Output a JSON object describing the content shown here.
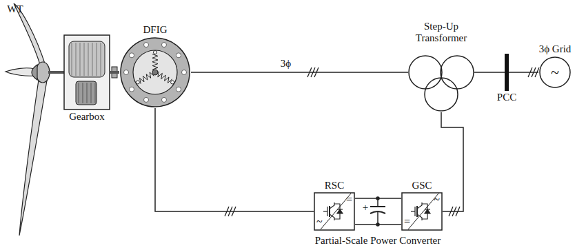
{
  "diagram": {
    "nodes": [
      {
        "text": [
          "Gearbox"
        ]
      },
      {
        "text": [
          "DFIG"
        ]
      },
      {
        "text": [
          "Step-Up Transformer"
        ]
      },
      {
        "text": [
          "PCC"
        ]
      },
      {
        "text": [
          "3ϕ Grid",
          "~"
        ]
      },
      {
        "text": [
          "RSC",
          "=",
          "~"
        ]
      },
      {
        "text": [
          "GSC",
          "~",
          "="
        ]
      }
    ],
    "edges": [
      {
        "from": 0,
        "to": 1,
        "arrow": "none"
      },
      {
        "from": 1,
        "to": 2,
        "label": "3ϕ",
        "arrow": "none"
      },
      {
        "from": 2,
        "to": 3,
        "arrow": "none"
      },
      {
        "from": 3,
        "to": 4,
        "arrow": "none"
      },
      {
        "from": 1,
        "to": 5,
        "arrow": "none"
      },
      {
        "from": 5,
        "to": 6,
        "arrow": "none"
      },
      {
        "from": 6,
        "to": 2,
        "arrow": "none"
      }
    ],
    "labels": [
      "WT",
      "+",
      "Partial-Scale Power Converter"
    ]
  }
}
